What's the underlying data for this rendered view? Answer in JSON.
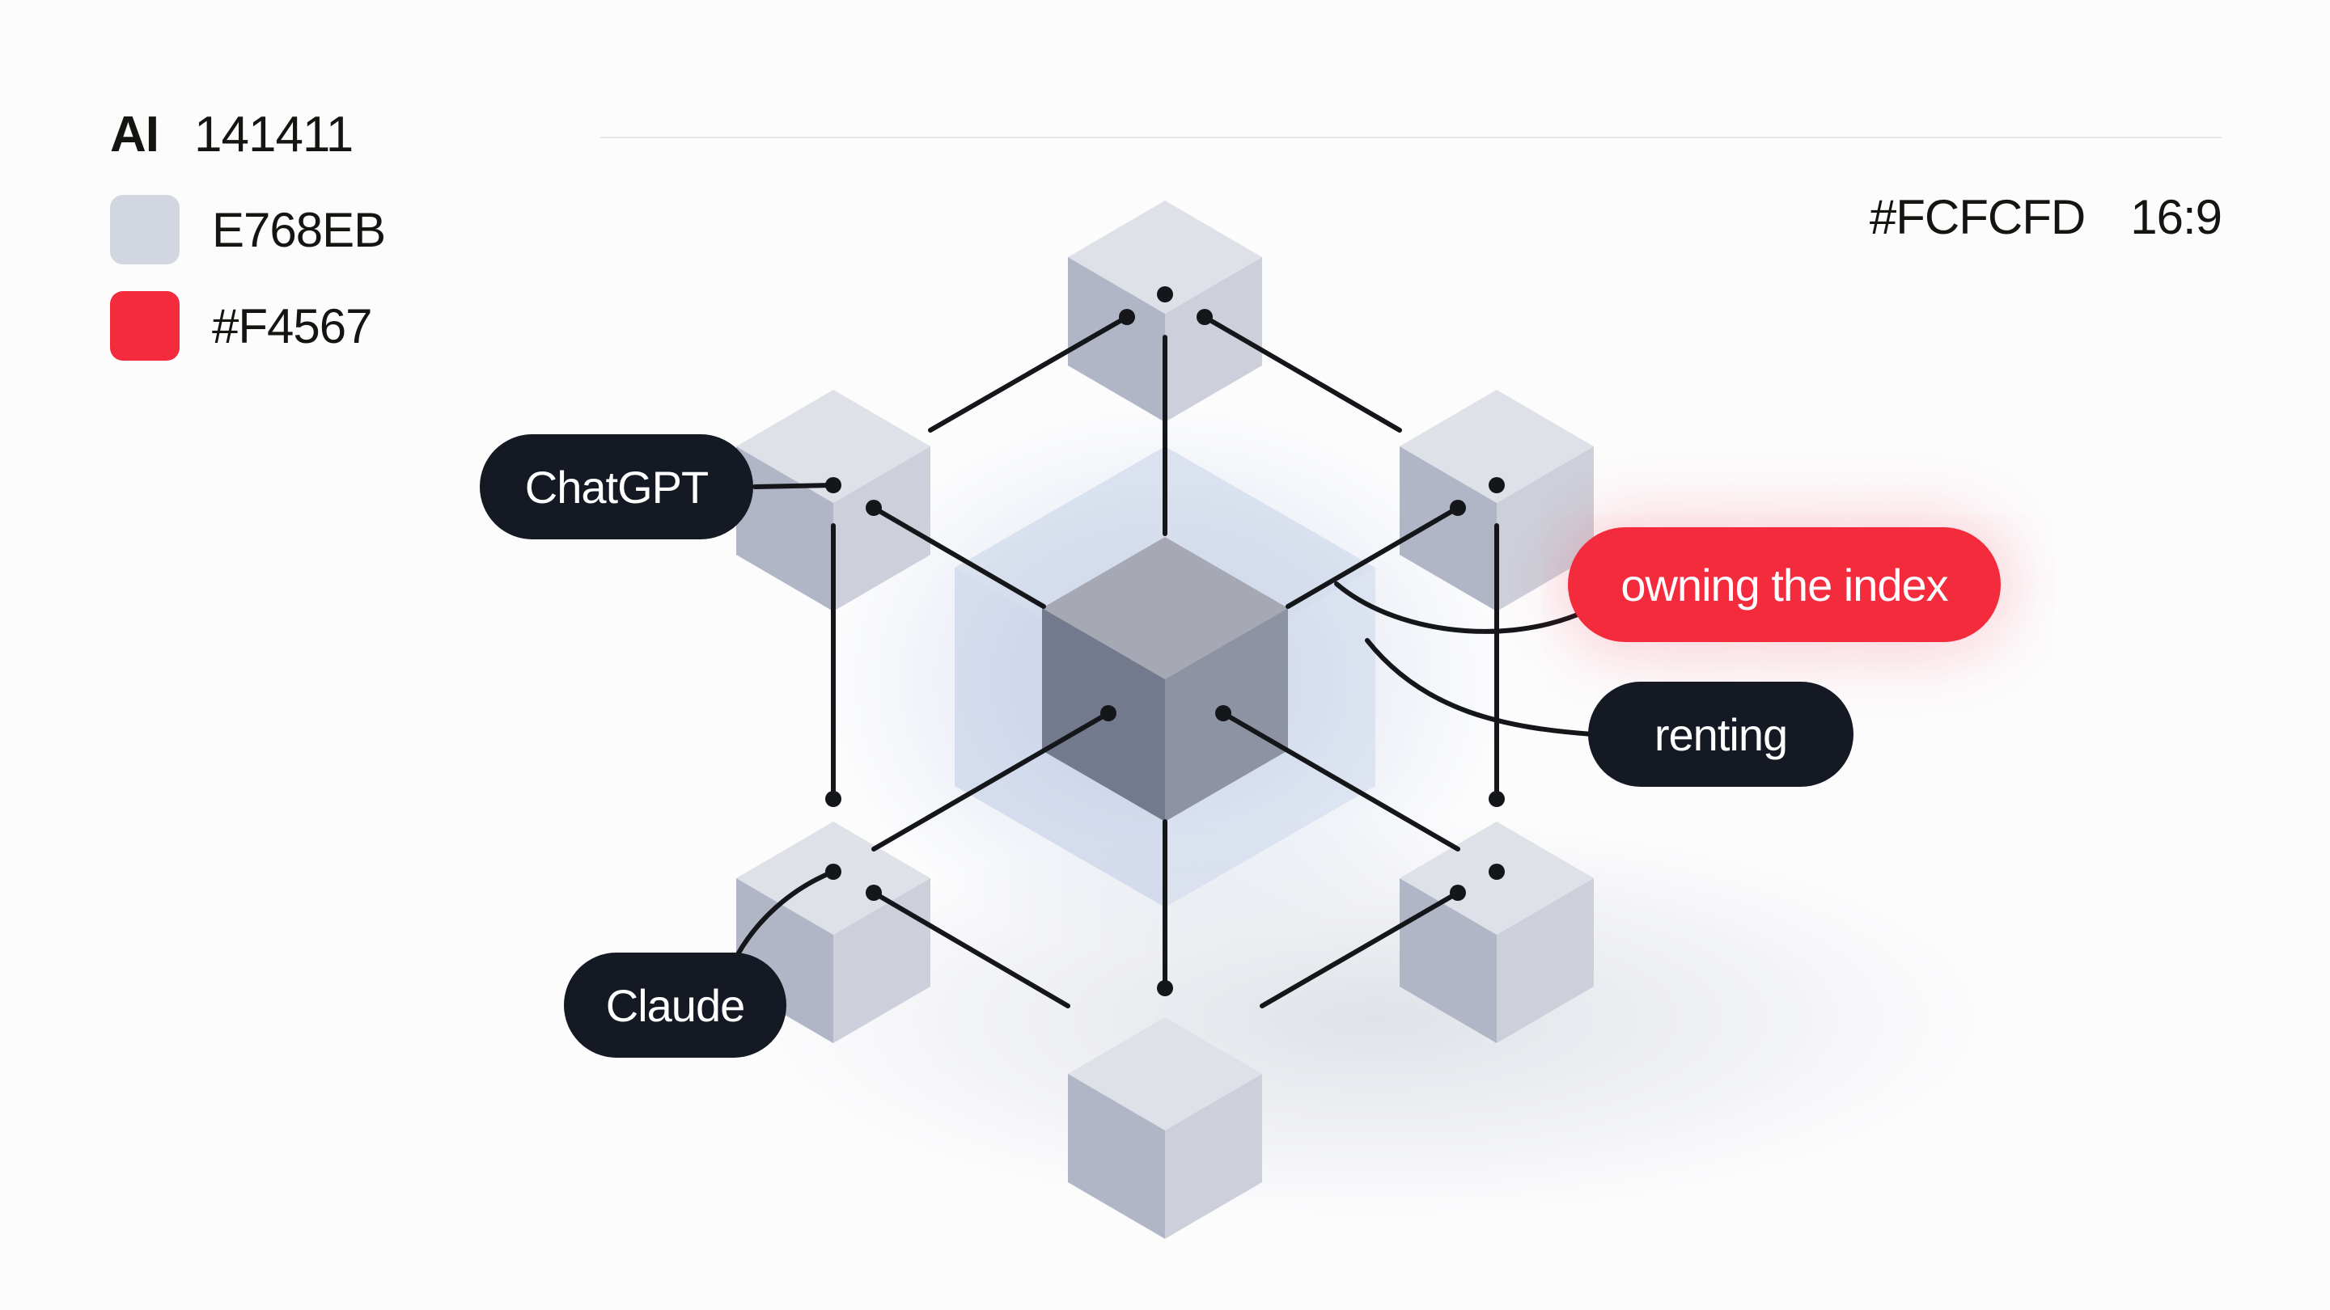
{
  "legend": {
    "title_brand": "AI",
    "title_code": "141411",
    "swatches": [
      {
        "label": "E768EB",
        "color": "#d2d6e0"
      },
      {
        "label": "#F4567",
        "color": "#f42a3d"
      }
    ]
  },
  "meta": {
    "background_code": "#FCFCFD",
    "aspect": "16:9"
  },
  "diagram": {
    "nodes": [
      {
        "label": "ChatGPT",
        "style": "dark"
      },
      {
        "label": "owning the index",
        "style": "accent"
      },
      {
        "label": "renting",
        "style": "dark"
      },
      {
        "label": "Claude",
        "style": "dark"
      }
    ]
  },
  "colors": {
    "ink": "#141411",
    "accent": "#f42a3d",
    "pill_dark": "#141923",
    "cube_light": "#dfe1e8",
    "cube_mid": "#b1b6c7",
    "cube_dark": "#7b8295",
    "background": "#fcfcfd"
  }
}
